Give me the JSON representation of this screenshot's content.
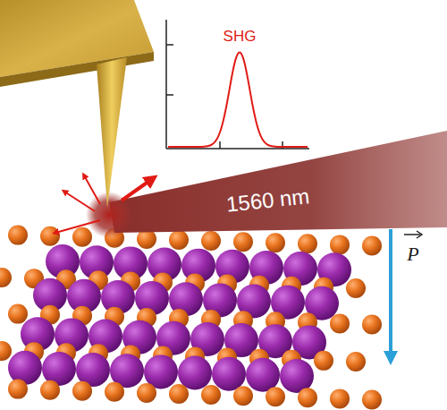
{
  "diagram": {
    "labels": [
      "SHG",
      "1560 nm",
      "P"
    ]
  }
}
